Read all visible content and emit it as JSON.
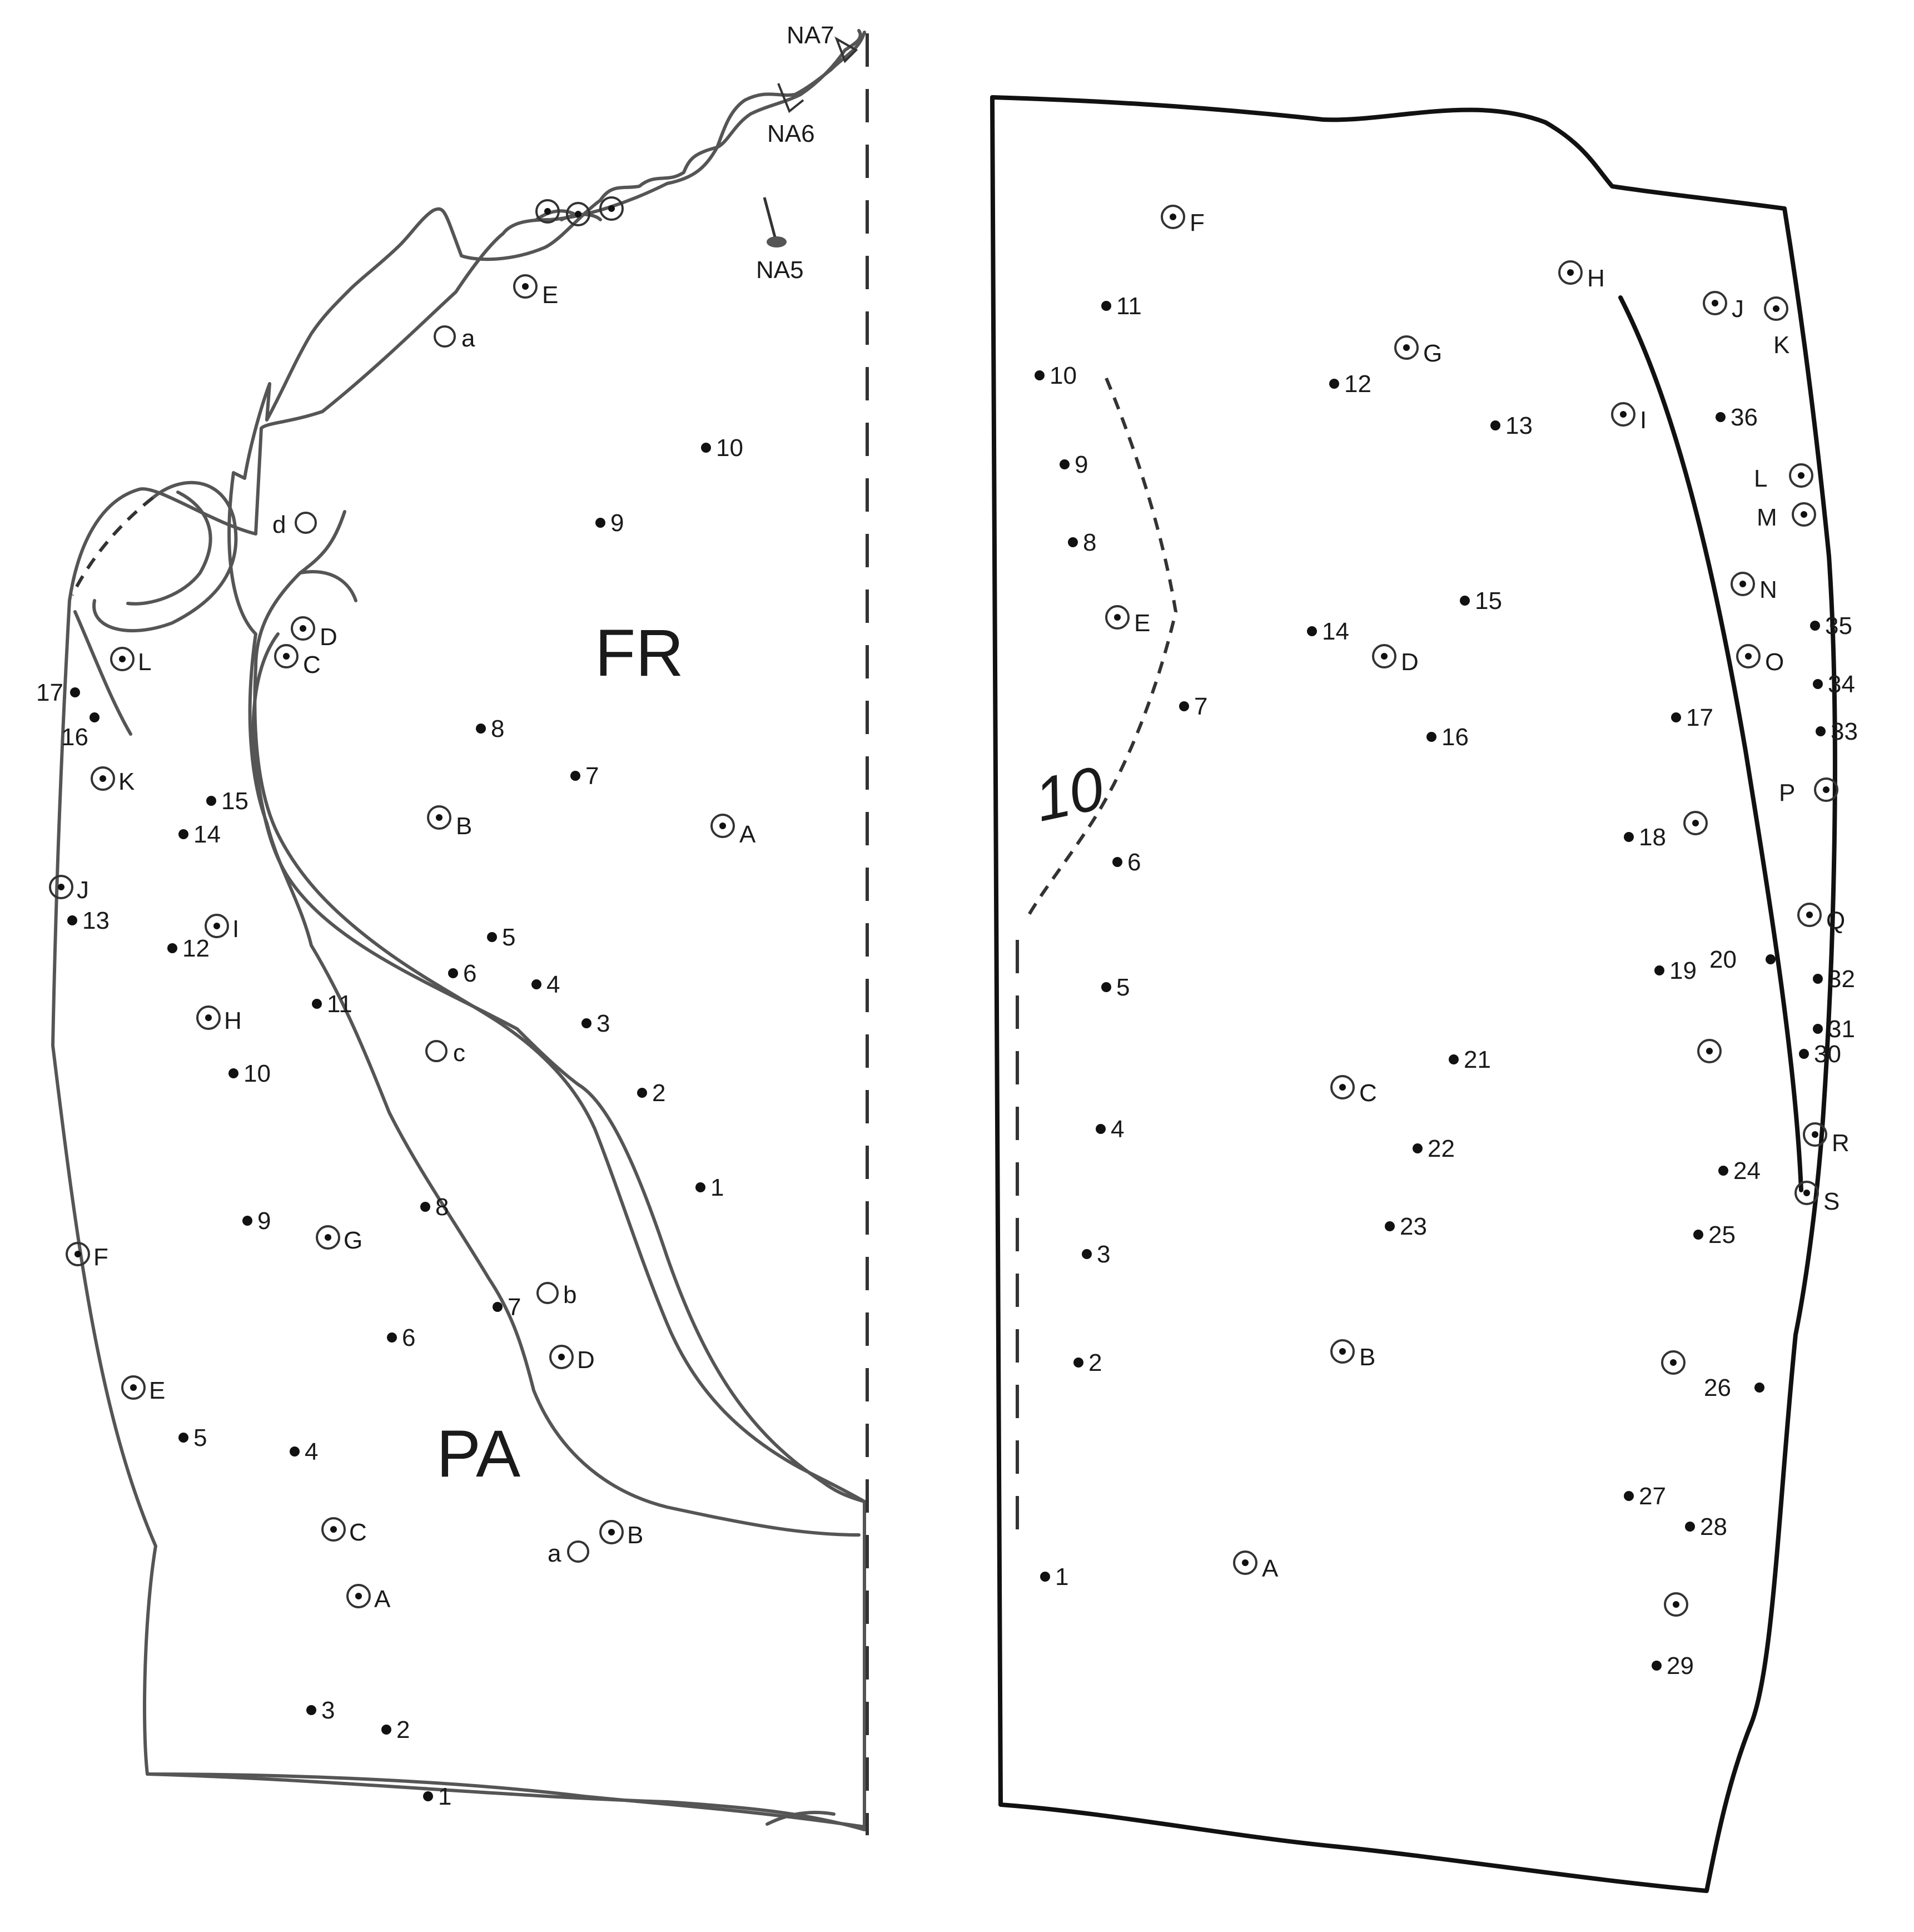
{
  "left_panel": {
    "region_labels": {
      "frontal": "FR",
      "parietal": "PA"
    },
    "nasion_labels": {
      "na7": "NA7",
      "na6": "NA6",
      "na5": "NA5"
    },
    "frontal_points": [
      "1",
      "2",
      "3",
      "4",
      "5",
      "6",
      "7",
      "8",
      "9",
      "10"
    ],
    "frontal_circles": [
      "A",
      "B",
      "C",
      "D",
      "E"
    ],
    "frontal_open": [
      "a",
      "c",
      "d"
    ],
    "parietal_points": [
      "1",
      "2",
      "3",
      "4",
      "5",
      "6",
      "7",
      "8",
      "9",
      "10",
      "11",
      "12",
      "13",
      "14",
      "15",
      "16",
      "17"
    ],
    "parietal_circles": [
      "A",
      "B",
      "C",
      "D",
      "E",
      "F",
      "G",
      "H",
      "I",
      "J",
      "K",
      "L"
    ],
    "parietal_open": [
      "a",
      "b"
    ]
  },
  "right_panel": {
    "points": [
      "1",
      "2",
      "3",
      "4",
      "5",
      "6",
      "7",
      "8",
      "9",
      "10",
      "11",
      "12",
      "13",
      "14",
      "15",
      "16",
      "17",
      "18",
      "19",
      "20",
      "21",
      "22",
      "23",
      "24",
      "25",
      "26",
      "27",
      "28",
      "29",
      "30",
      "31",
      "32",
      "33",
      "34",
      "35",
      "36"
    ],
    "circles": [
      "A",
      "B",
      "C",
      "D",
      "E",
      "F",
      "G",
      "H",
      "I",
      "J",
      "K",
      "L",
      "M",
      "N",
      "O",
      "P",
      "Q",
      "R",
      "S"
    ],
    "handwritten_mark": "10"
  }
}
